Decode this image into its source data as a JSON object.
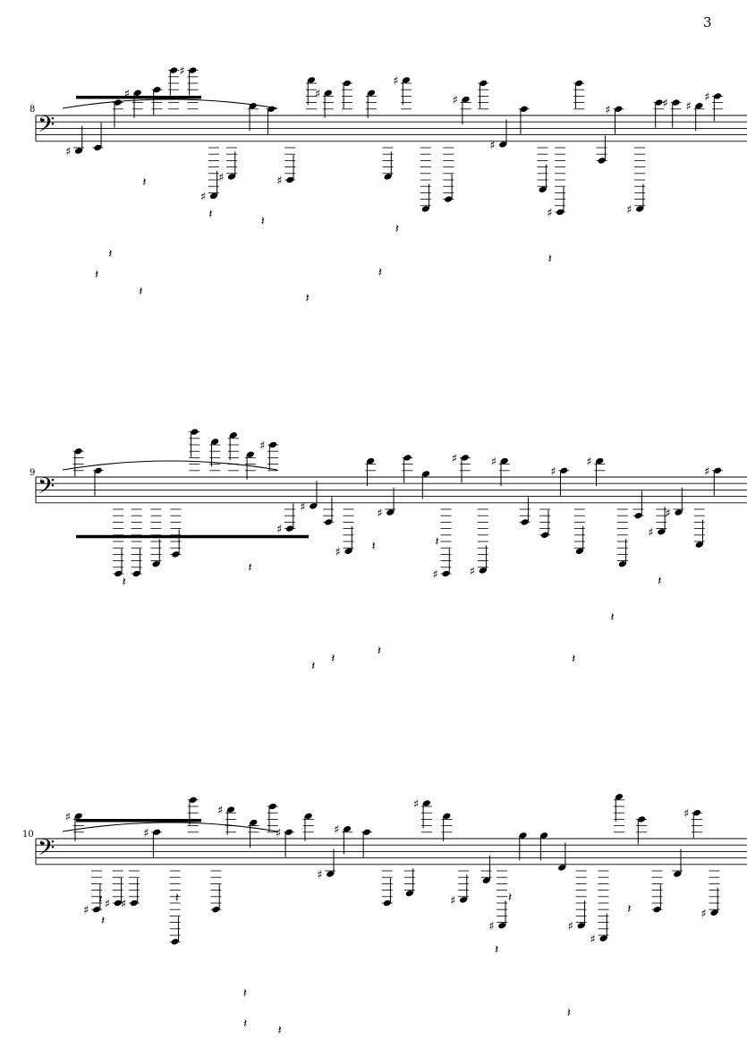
{
  "page": {
    "number": "3",
    "clef": "bass",
    "systems": [
      {
        "measure_number": "8"
      },
      {
        "measure_number": "9"
      },
      {
        "measure_number": "10"
      }
    ]
  }
}
